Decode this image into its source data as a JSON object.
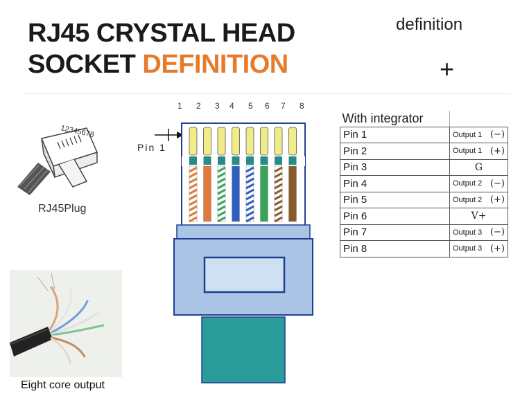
{
  "title": {
    "line1": "RJ45 CRYSTAL HEAD",
    "line2_prefix": "SOCKET ",
    "line2_accent": "DEFINITION"
  },
  "corner_label": "definition",
  "plus_symbol": "+",
  "plug": {
    "serial": "12345678",
    "caption": "RJ45Plug"
  },
  "cable": {
    "caption": "Eight core output"
  },
  "connector": {
    "pin_numbers": [
      "1",
      "2",
      "3",
      "4",
      "5",
      "6",
      "7",
      "8"
    ],
    "pin1_label": "Pin 1",
    "wires": [
      {
        "color": "#e07a3a",
        "striped": true
      },
      {
        "color": "#e07a3a",
        "striped": false
      },
      {
        "color": "#3aa35a",
        "striped": true
      },
      {
        "color": "#2e5fc0",
        "striped": false
      },
      {
        "color": "#2e5fc0",
        "striped": true
      },
      {
        "color": "#3aa35a",
        "striped": false
      },
      {
        "color": "#8b5a2b",
        "striped": true
      },
      {
        "color": "#8b5a2b",
        "striped": false
      }
    ],
    "colors": {
      "body": "#a9c4e4",
      "body_dark": "#8fb0d8",
      "boot": "#2a9d9a",
      "outline": "#1f3f8f",
      "pin": "#f0ec8a"
    }
  },
  "table": {
    "header": "With integrator",
    "rows": [
      {
        "pin": "Pin 1",
        "fn": "Output 1",
        "sign": "(−)"
      },
      {
        "pin": "Pin 2",
        "fn": "Output 1",
        "sign": "(+)"
      },
      {
        "pin": "Pin 3",
        "fn": "G",
        "sign": ""
      },
      {
        "pin": "Pin 4",
        "fn": "Output 2",
        "sign": "(−)"
      },
      {
        "pin": "Pin 5",
        "fn": "Output 2",
        "sign": "(+)"
      },
      {
        "pin": "Pin 6",
        "fn": "V+",
        "sign": ""
      },
      {
        "pin": "Pin 7",
        "fn": "Output 3",
        "sign": "(−)"
      },
      {
        "pin": "Pin 8",
        "fn": "Output 3",
        "sign": "(+)"
      }
    ]
  }
}
